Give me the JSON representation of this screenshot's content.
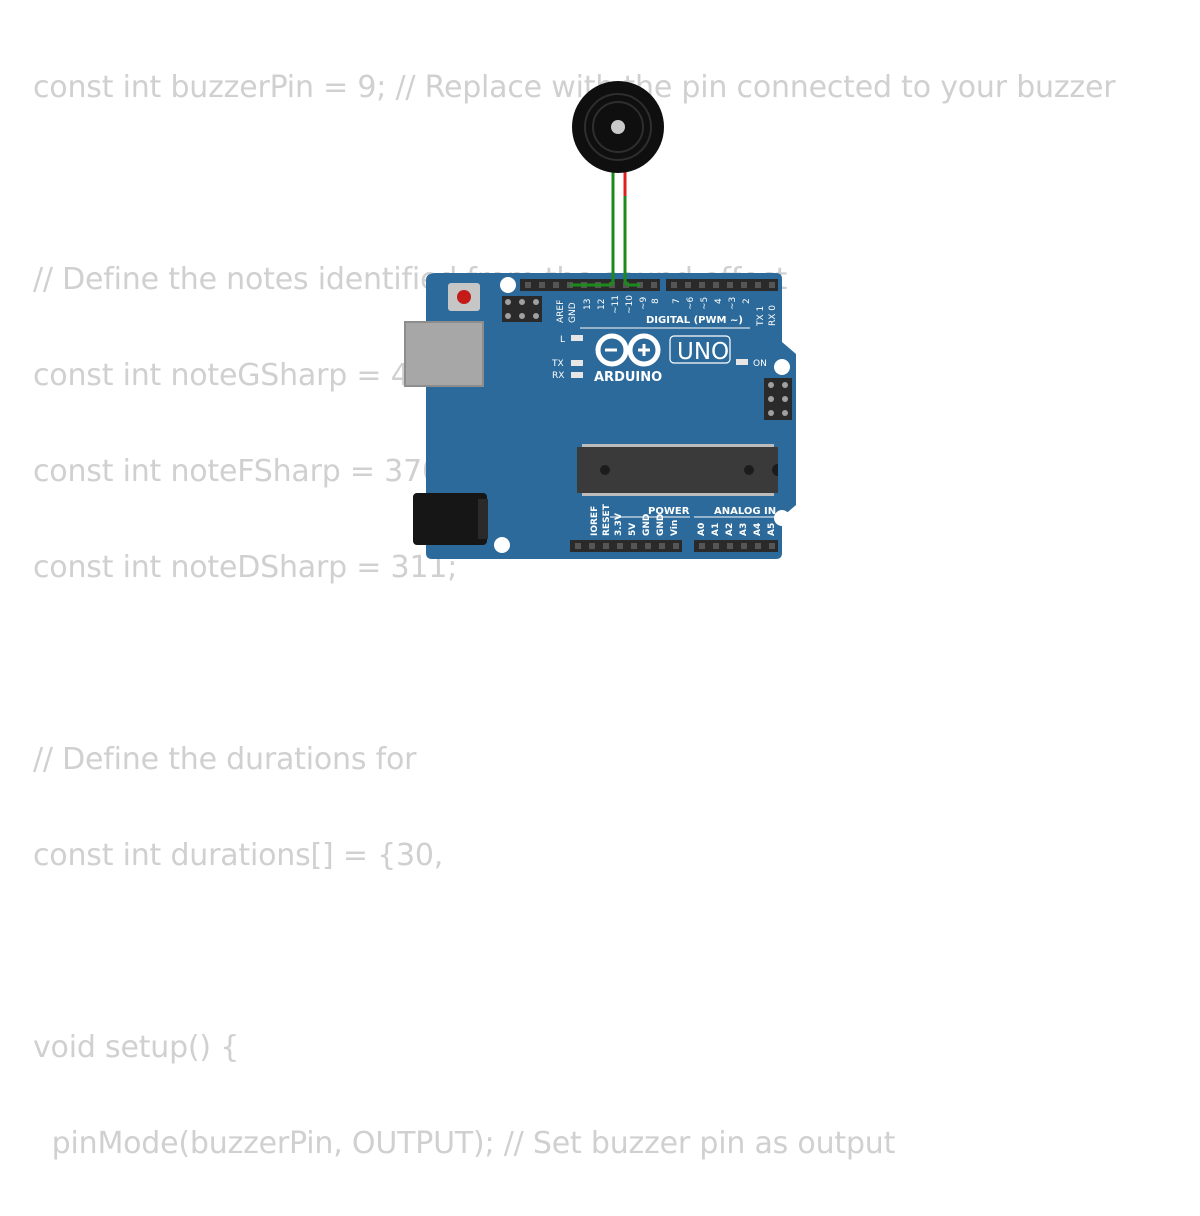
{
  "code_lines": [
    "const int buzzerPin = 9; // Replace with the pin connected to your buzzer",
    "",
    "// Define the notes identified from the sound effect",
    "const int noteGSharp = 415;",
    "const int noteFSharp = 370;",
    "const int noteDSharp = 311;",
    "",
    "// Define the durations for",
    "const int durations[] = {30,",
    "",
    "void setup() {",
    "  pinMode(buzzerPin, OUTPUT); // Set buzzer pin as output"
  ],
  "board": {
    "model": "UNO",
    "brand": "ARDUINO",
    "digital_header_label": "DIGITAL (PWM ~)",
    "power_label": "POWER",
    "analog_label": "ANALOG IN",
    "led_on_label": "ON",
    "led_l_label": "L",
    "led_tx_label": "TX",
    "led_rx_label": "RX",
    "digital_pins_left": [
      "AREF",
      "GND",
      "13",
      "12",
      "~11",
      "~10",
      "~9",
      "8"
    ],
    "digital_pins_right": [
      "7",
      "~6",
      "~5",
      "4",
      "~3",
      "2",
      "TX 1",
      "RX 0"
    ],
    "power_pins": [
      "IOREF",
      "RESET",
      "3.3V",
      "5V",
      "GND",
      "GND",
      "Vin"
    ],
    "analog_pins": [
      "A0",
      "A1",
      "A2",
      "A3",
      "A4",
      "A5"
    ]
  },
  "colors": {
    "board": "#2b6a9a",
    "code_text": "#d0d0d0",
    "wire_green": "#1e8a1e",
    "wire_red": "#e02020"
  }
}
